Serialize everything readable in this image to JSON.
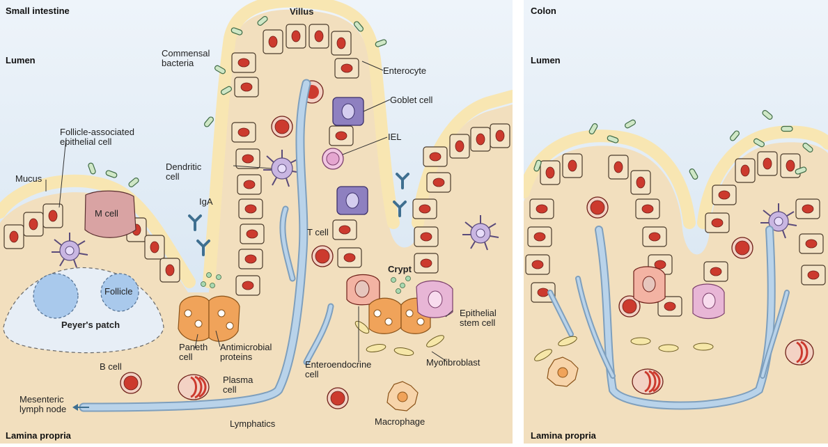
{
  "panels": {
    "small_intestine": {
      "title": "Small intestine",
      "lumen": "Lumen",
      "lamina_propria": "Lamina propria"
    },
    "colon": {
      "title": "Colon",
      "lumen": "Lumen",
      "lamina_propria": "Lamina propria"
    }
  },
  "labels": {
    "villus": "Villus",
    "commensal_bacteria": "Commensal\nbacteria",
    "enterocyte": "Enterocyte",
    "goblet_cell": "Goblet cell",
    "follicle_associated": "Follicle-associated\nepithelial cell",
    "mucus": "Mucus",
    "dendritic_cell": "Dendritic\ncell",
    "iel": "IEL",
    "iga": "IgA",
    "m_cell": "M cell",
    "t_cell": "T cell",
    "crypt": "Crypt",
    "follicle": "Follicle",
    "peyers_patch": "Peyer's patch",
    "paneth_cell": "Paneth\ncell",
    "antimicrobial_proteins": "Antimicrobial\nproteins",
    "epithelial_stem_cell": "Epithelial\nstem cell",
    "enteroendocrine_cell": "Enteroendocrine\ncell",
    "myofibroblast": "Myofibroblast",
    "b_cell": "B cell",
    "plasma_cell": "Plasma\ncell",
    "mesenteric_lymph_node": "Mesenteric\nlymph node",
    "macrophage": "Macrophage",
    "lymphatics": "Lymphatics"
  },
  "colors": {
    "lumen_blue": "#dbe8f3",
    "tissue_beige": "#f2dfbe",
    "mucus_yellow": "#f8e6b2",
    "cell_fill": "#f3e3c6",
    "nucleus_red": "#cc3a2e",
    "goblet_purple": "#8e80c0",
    "paneth_orange": "#f0a35a",
    "stem_pink": "#e8b6d6",
    "lymph_blue": "#b9d3ea",
    "follicle_blue": "#a9c9ec",
    "bacteria_green": "#cfe7c6",
    "iga_blue": "#3f6f90"
  }
}
